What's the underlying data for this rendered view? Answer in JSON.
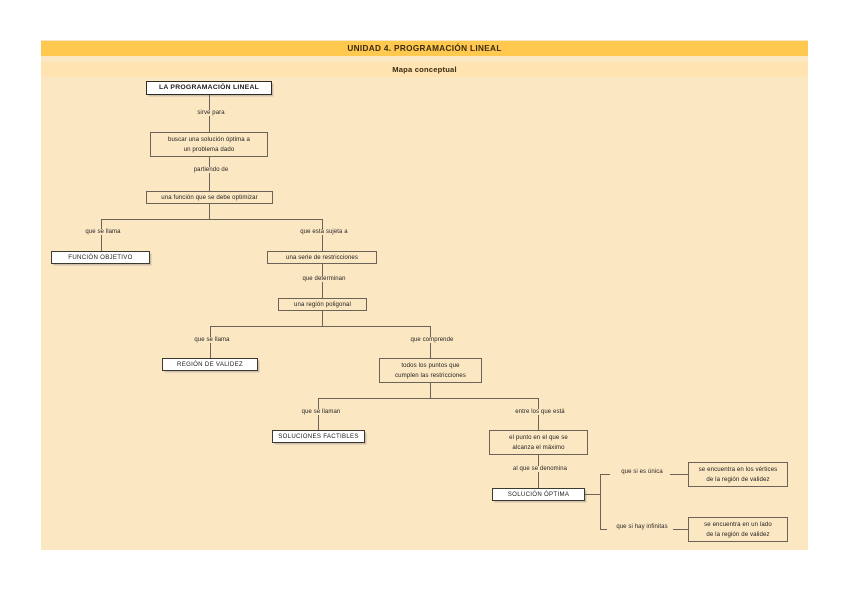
{
  "header": {
    "title": "UNIDAD 4.  PROGRAMACIÓN LINEAL",
    "subtitle": "Mapa conceptual"
  },
  "colors": {
    "title_bar": "#ffc84e",
    "subtitle_bar": "#ffe3b0",
    "sheet": "#fce7c3",
    "line": "#6b6258",
    "box_fill": "#ffffff",
    "page": "#ffffff"
  },
  "nodes": {
    "root": "LA PROGRAMACIÓN LINEAL",
    "buscar_l1": "buscar una solución óptima a",
    "buscar_l2": "un problema dado",
    "funcion_optimizar": "una función que se debe optimizar",
    "funcion_objetivo": "FUNCIÓN  OBJETIVO",
    "serie_restricciones": "una serie de restricciones",
    "region_poligonal": "una región poligonal",
    "region_validez": "REGIÓN  DE VALIDEZ",
    "puntos_l1": "todos los puntos que",
    "puntos_l2": "cumplen las restricciones",
    "soluciones_factibles": "SOLUCIONES FACTIBLES",
    "punto_max_l1": "el punto en el que se",
    "punto_max_l2": "alcanza el máximo",
    "solucion_optima": "SOLUCIÓN  ÓPTIMA",
    "vertices_l1": "se encuentra en los vértices",
    "vertices_l2": "de la región de validez",
    "lado_l1": "se encuentra en un lado",
    "lado_l2": "de la región de validez"
  },
  "edge_labels": {
    "sirve_para": "sirve para",
    "partiendo_de": "partiendo de",
    "que_se_llama_1": "que se llama",
    "que_esta_sujeta_a": "que está sujeta a",
    "que_determinan": "que determinan",
    "que_se_llama_2": "que se llama",
    "que_comprende": "que comprende",
    "que_se_llaman": "que se llaman",
    "entre_los_que_esta": "entre los que está",
    "al_que_se_denomina": "al que se denomina",
    "que_si_es_unica": "que si es única",
    "que_si_hay_infinitas": "que si hay infinitas"
  }
}
